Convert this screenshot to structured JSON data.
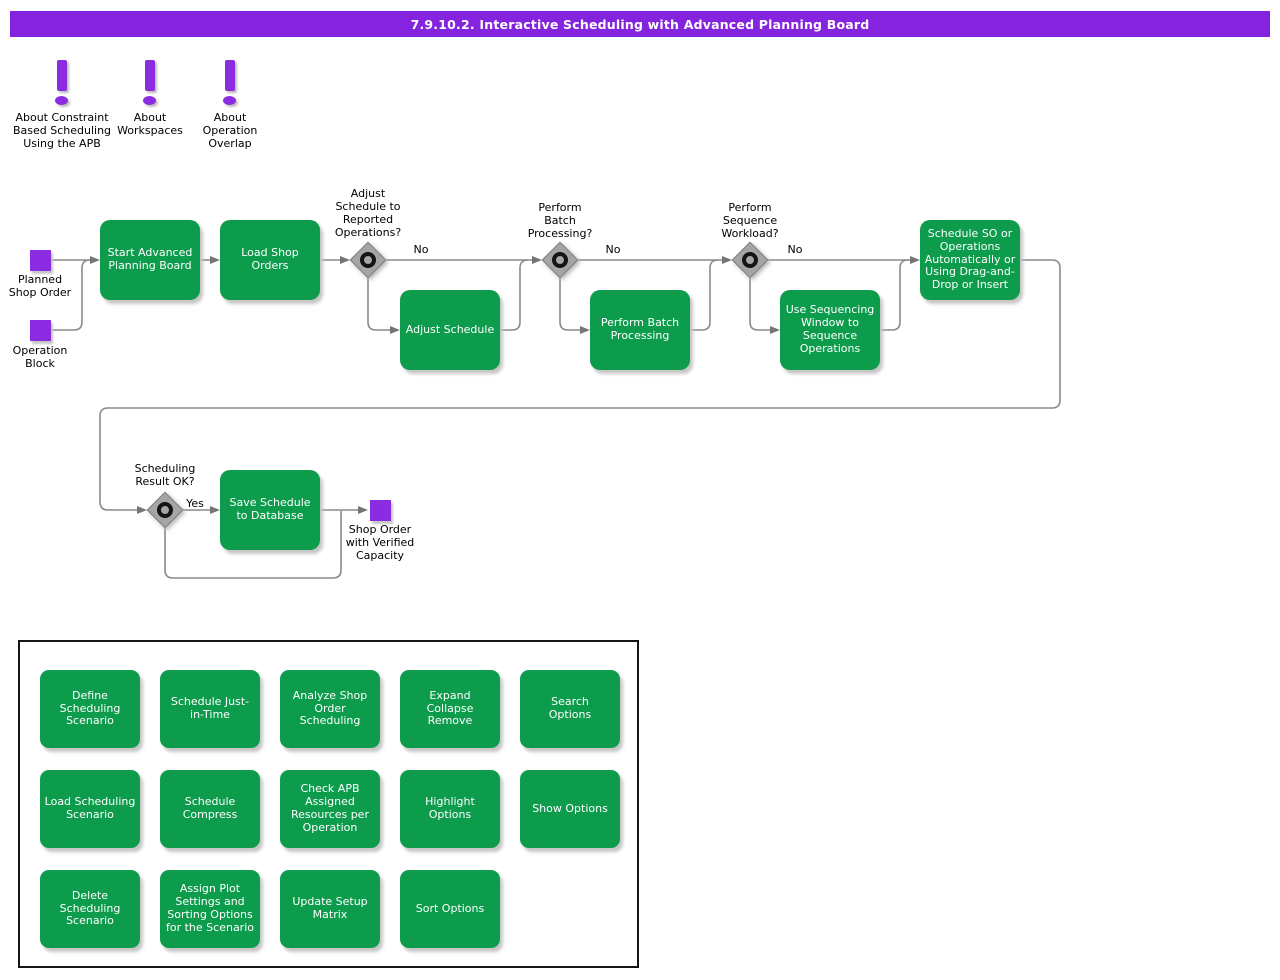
{
  "title": "7.9.10.2. Interactive Scheduling with Advanced Planning Board",
  "colors": {
    "title-purple": "#8524DE",
    "purple": "#8B2BE2",
    "green": "#0D9B4C",
    "line": "#8A8A8A",
    "arrow": "#757575",
    "diamond": "#A5A5A5"
  },
  "info_links": [
    {
      "label": "About Constraint\nBased Scheduling\nUsing the APB"
    },
    {
      "label": "About\nWorkspaces"
    },
    {
      "label": "About\nOperation\nOverlap"
    }
  ],
  "flow": {
    "events": [
      {
        "label": "Planned\nShop Order"
      },
      {
        "label": "Operation\nBlock"
      },
      {
        "label": "Shop Order\nwith Verified\nCapacity"
      }
    ],
    "steps": [
      {
        "label": "Start Advanced\nPlanning Board"
      },
      {
        "label": "Load Shop\nOrders"
      },
      {
        "label": "Adjust Schedule"
      },
      {
        "label": "Perform Batch\nProcessing"
      },
      {
        "label": "Use Sequencing\nWindow to\nSequence\nOperations"
      },
      {
        "label": "Schedule SO or\nOperations\nAutomatically or\nUsing Drag-and-\nDrop or Insert"
      },
      {
        "label": "Save Schedule\nto Database"
      }
    ],
    "decisions": [
      {
        "label": "Adjust\nSchedule to\nReported\nOperations?"
      },
      {
        "label": "Perform\nBatch\nProcessing?"
      },
      {
        "label": "Perform\nSequence\nWorkload?"
      },
      {
        "label": "Scheduling\nResult OK?"
      }
    ],
    "labels": {
      "no": "No",
      "yes": "Yes"
    }
  },
  "panel": {
    "rows": [
      [
        {
          "label": "Define\nScheduling\nScenario"
        },
        {
          "label": "Schedule Just-\nin-Time"
        },
        {
          "label": "Analyze Shop\nOrder\nScheduling"
        },
        {
          "label": "Expand\nCollapse\nRemove"
        },
        {
          "label": "Search\nOptions"
        }
      ],
      [
        {
          "label": "Load Scheduling\nScenario"
        },
        {
          "label": "Schedule\nCompress"
        },
        {
          "label": "Check APB\nAssigned\nResources per\nOperation"
        },
        {
          "label": "Highlight\nOptions"
        },
        {
          "label": "Show Options"
        }
      ],
      [
        {
          "label": "Delete\nScheduling\nScenario"
        },
        {
          "label": "Assign Plot\nSettings and\nSorting Options\nfor the Scenario"
        },
        {
          "label": "Update Setup\nMatrix"
        },
        {
          "label": "Sort Options"
        }
      ]
    ]
  }
}
